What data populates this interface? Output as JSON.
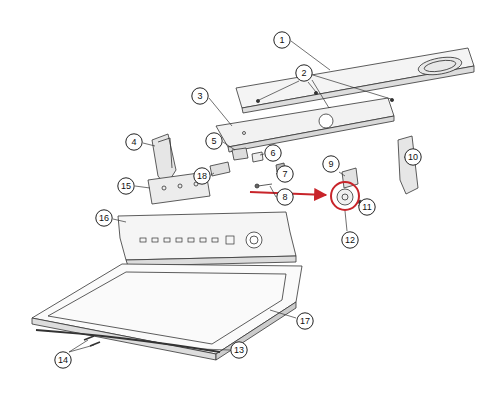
{
  "diagram": {
    "nodes": [
      {
        "text": [
          "1"
        ]
      },
      {
        "text": [
          "2"
        ]
      },
      {
        "text": [
          "3"
        ]
      },
      {
        "text": [
          "4"
        ]
      },
      {
        "text": [
          "5"
        ]
      },
      {
        "text": [
          "6"
        ]
      },
      {
        "text": [
          "7"
        ]
      },
      {
        "text": [
          "8"
        ]
      },
      {
        "text": [
          "9"
        ]
      },
      {
        "text": [
          "10"
        ]
      },
      {
        "text": [
          "11"
        ]
      },
      {
        "text": [
          "12"
        ]
      },
      {
        "text": [
          "13"
        ]
      },
      {
        "text": [
          "14"
        ]
      },
      {
        "text": [
          "15"
        ]
      },
      {
        "text": [
          "16"
        ]
      },
      {
        "text": [
          "17"
        ]
      },
      {
        "text": [
          "18"
        ]
      }
    ]
  }
}
